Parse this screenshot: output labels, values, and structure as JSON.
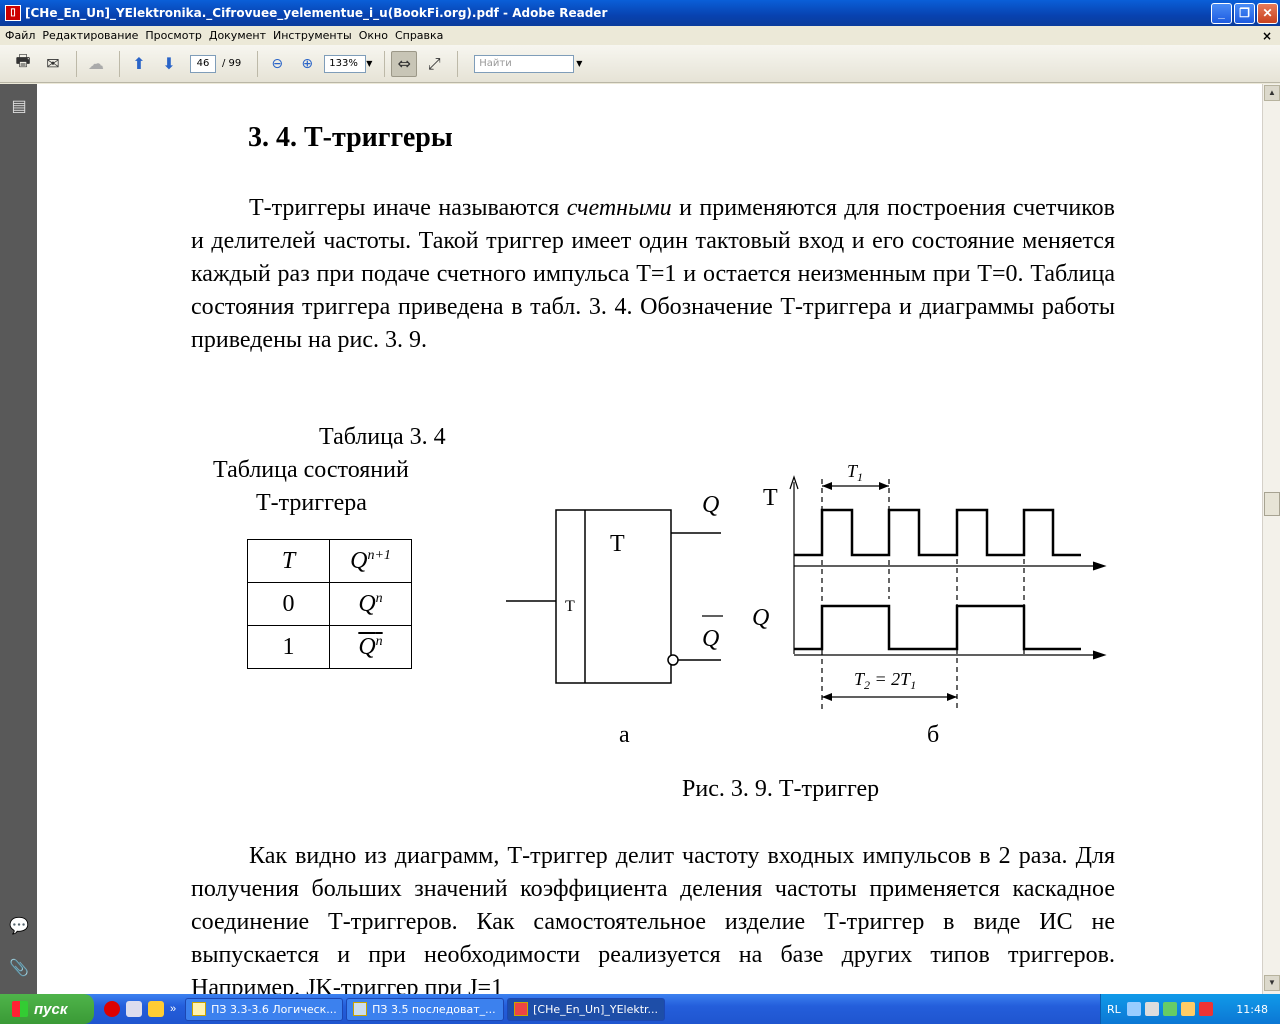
{
  "window": {
    "title": "[CHe_En_Un]_YElektronika._Cifrovuee_yelementue_i_u(BookFi.org).pdf - Adobe Reader",
    "app_icon": "adobe-reader-icon"
  },
  "menu": [
    "Файл",
    "Редактирование",
    "Просмотр",
    "Документ",
    "Инструменты",
    "Окно",
    "Справка"
  ],
  "toolbar": {
    "page_current": "46",
    "page_total": "/ 99",
    "zoom": "133%",
    "find_placeholder": "Найти"
  },
  "doc": {
    "heading": "3. 4. Т-триггеры",
    "para1_a": "Т-триггеры иначе называются ",
    "para1_em": "счетными",
    "para1_b": " и применяются для построения счетчиков и делителей частоты. Такой триггер имеет один тактовый вход и его состояние меняется каждый раз при подаче счетного импульса Т=1 и остается неизменным при Т=0. Таблица состояния триггера приведена в табл. 3. 4. Обозначение Т-триггера и диаграммы работы приведены на рис. 3. 9.",
    "table_caption_1": "Таблица 3. 4",
    "table_caption_2": "Таблица состояний",
    "table_caption_3": "Т-триггера",
    "table": {
      "h1": "T",
      "h2": "Q",
      "h2_sup": "n+1",
      "r1c1": "0",
      "r1c2": "Q",
      "r1c2_sup": "n",
      "r2c1": "1",
      "r2c2": "Q",
      "r2c2_sup": "n"
    },
    "fig": {
      "block_label": "T",
      "input_label": "T",
      "out_q": "Q",
      "out_qbar": "Q",
      "diag_t": "T",
      "diag_q": "Q",
      "t1": "T",
      "t1_sub": "1",
      "t2": "T",
      "t2_sub": "2",
      "t2_eq": " = 2T",
      "t2_eq_sub": "1",
      "label_a": "а",
      "label_b": "б",
      "caption": "Рис. 3. 9. Т-триггер"
    },
    "para2": "Как видно из диаграмм, Т-триггер делит частоту входных импульсов в 2 раза. Для получения больших значений коэффициента деления частоты применяется каскадное соединение Т-триггеров. Как самостоятельное изделие Т-триггер в виде ИС не выпускается и при необходимости реализуется на базе других типов триггеров. Например, JK-триггер при J=1"
  },
  "taskbar": {
    "start": "пуск",
    "buttons": [
      "ПЗ 3.3-3.6 Логическ...",
      "ПЗ 3.5 последоват_...",
      "[CHe_En_Un]_YElektr..."
    ],
    "lang": "RL",
    "clock": "11:48"
  }
}
